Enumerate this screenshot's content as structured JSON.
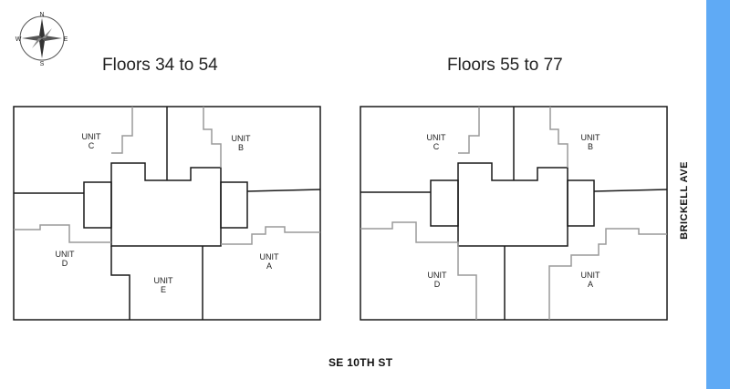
{
  "compass": {
    "north": "N",
    "east": "E",
    "south": "S",
    "west": "W"
  },
  "plans": [
    {
      "title": "Floors 34 to 54",
      "units": [
        {
          "line1": "UNIT",
          "line2": "C"
        },
        {
          "line1": "UNIT",
          "line2": "B"
        },
        {
          "line1": "UNIT",
          "line2": "D"
        },
        {
          "line1": "UNIT",
          "line2": "E"
        },
        {
          "line1": "UNIT",
          "line2": "A"
        }
      ]
    },
    {
      "title": "Floors 55 to 77",
      "units": [
        {
          "line1": "UNIT",
          "line2": "C"
        },
        {
          "line1": "UNIT",
          "line2": "B"
        },
        {
          "line1": "UNIT",
          "line2": "D"
        },
        {
          "line1": "UNIT",
          "line2": "A"
        }
      ]
    }
  ],
  "streets": {
    "south": "SE 10TH ST",
    "east": "BRICKELL AVE"
  },
  "colors": {
    "accent_bar": "#5faaf5",
    "wall": "#1a1a1a",
    "unit_boundary": "#9a9a9a"
  },
  "icons": {
    "compass": "compass-rose-icon"
  }
}
